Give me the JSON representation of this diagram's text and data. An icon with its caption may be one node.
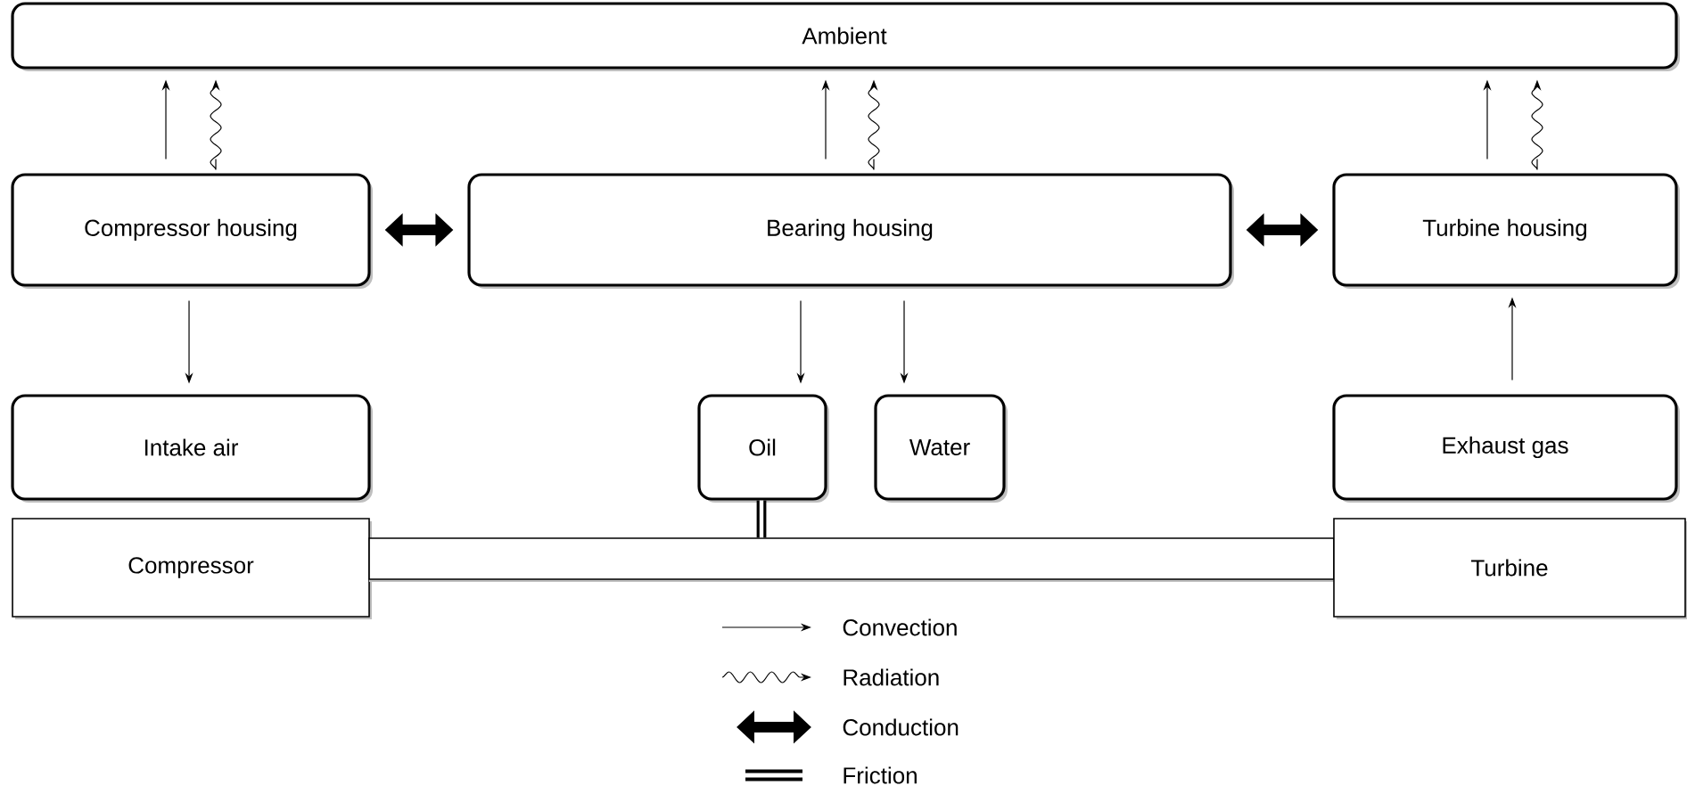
{
  "diagram": {
    "nodes": [
      {
        "text": [
          "Ambient"
        ]
      },
      {
        "text": [
          "Compressor housing"
        ]
      },
      {
        "text": [
          "Bearing housing"
        ]
      },
      {
        "text": [
          "Turbine housing"
        ]
      },
      {
        "text": [
          "Intake air"
        ]
      },
      {
        "text": [
          "Oil"
        ]
      },
      {
        "text": [
          "Water"
        ]
      },
      {
        "text": [
          "Exhaust gas"
        ]
      },
      {
        "text": [
          "Compressor"
        ]
      },
      {
        "text": [],
        "shape": "bar"
      },
      {
        "text": [
          "Turbine"
        ]
      }
    ],
    "edges": [
      {
        "from": 1,
        "to": 0,
        "arrow": "to"
      },
      {
        "from": 1,
        "to": 0,
        "arrow": "to"
      },
      {
        "from": 2,
        "to": 0,
        "arrow": "to"
      },
      {
        "from": 2,
        "to": 0,
        "arrow": "to"
      },
      {
        "from": 3,
        "to": 0,
        "arrow": "to"
      },
      {
        "from": 3,
        "to": 0,
        "arrow": "to"
      },
      {
        "from": 1,
        "to": 2,
        "arrow": "both",
        "style": "thick"
      },
      {
        "from": 2,
        "to": 3,
        "arrow": "both",
        "style": "thick"
      },
      {
        "from": 1,
        "to": 4,
        "arrow": "to"
      },
      {
        "from": 2,
        "to": 5,
        "arrow": "to"
      },
      {
        "from": 2,
        "to": 6,
        "arrow": "to"
      },
      {
        "from": 7,
        "to": 3,
        "arrow": "to"
      },
      {
        "from": 5,
        "to": 9,
        "arrow": "none",
        "style": "thick"
      }
    ],
    "legend": [
      {
        "text": "Convection"
      },
      {
        "text": "Radiation"
      },
      {
        "text": "Conduction"
      },
      {
        "text": "Friction"
      }
    ]
  }
}
